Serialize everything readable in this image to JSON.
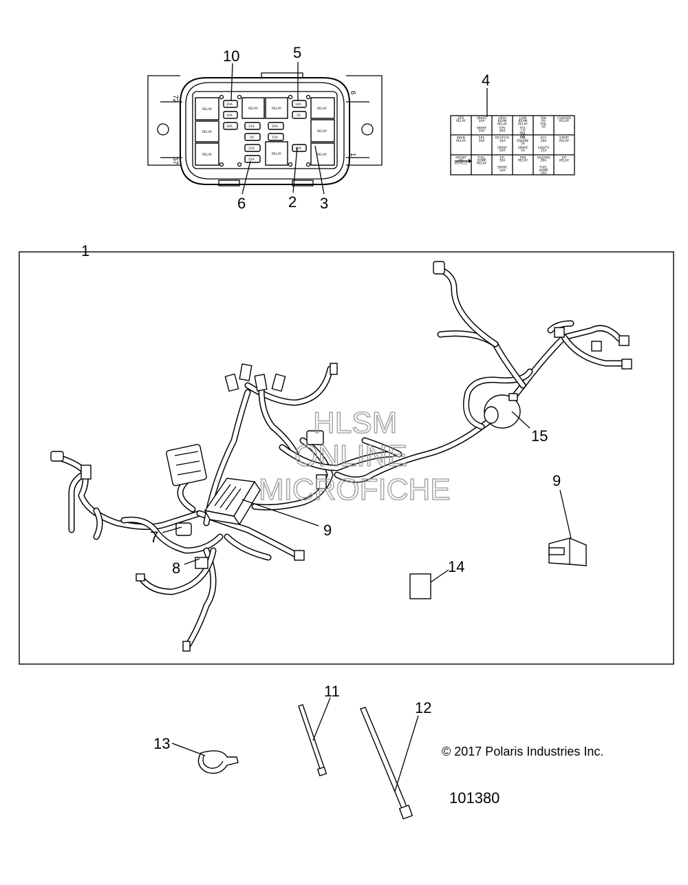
{
  "diagram": {
    "callouts": {
      "c10_top": "10",
      "c5_top": "5",
      "c4_top": "4",
      "c6_top": "6",
      "c2_top": "2",
      "c3_top": "3",
      "c1": "1",
      "c15": "15",
      "c9_right": "9",
      "c9_mid": "9",
      "c7": "7",
      "c8": "8",
      "c14": "14",
      "c11": "11",
      "c12": "12",
      "c13": "13"
    },
    "fuse_box": {
      "side_labels": {
        "left_top": "72",
        "left_bottom": "67",
        "right_top": "6",
        "right_bottom": "1"
      },
      "relay_label": "RELAY",
      "fuse_labels": [
        "20A",
        "10A",
        "30A",
        "15A",
        "5A",
        "25A",
        "15A",
        "20A",
        "15A",
        "10A",
        "5A",
        "10A"
      ]
    },
    "decal_label": {
      "rows": [
        [
          "EPS RELAY",
          "SPARE 20A",
          "HIGH BEAM RELAY",
          "LOW BEAM RELAY",
          "TAIL PU TAIL 5A",
          "CHASSIS RELAY"
        ],
        [
          "",
          "SPARE 20A",
          "EPS 30A",
          "TAIL LH TAIL 5A",
          "",
          ""
        ],
        [
          "MAIN RELAY",
          "EPS 30A",
          "KEY/FICH 10A",
          "TAIL ENGINE 5A",
          "ACC 20A",
          "START RELAY"
        ],
        [
          "",
          "",
          "DRIVE 20A",
          "SPARE 5A",
          "LIGHTS 15A",
          ""
        ],
        [
          "FRONT OF VEHICLE",
          "FUEL PUMP RELAY",
          "EFI 10A",
          "FAN RELAY",
          "HAZARD 20A",
          "EFI RELAY"
        ],
        [
          "",
          "",
          "SPARE 10A",
          "",
          "FUEL PUMP 10A",
          ""
        ]
      ]
    },
    "watermark": {
      "line1": "HLSM",
      "line2": "ONLINE",
      "line3": "MICROFICHE"
    },
    "copyright": "© 2017 Polaris Industries Inc.",
    "part_number": "101380"
  }
}
